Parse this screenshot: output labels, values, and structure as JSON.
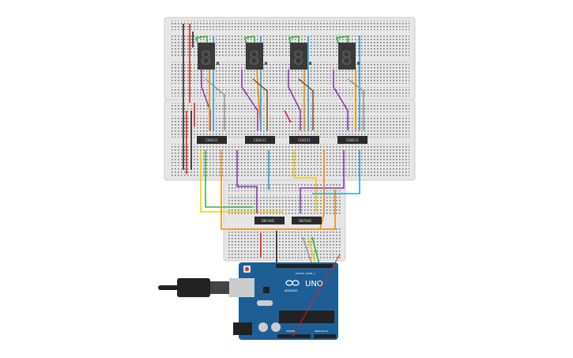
{
  "workspace": {
    "seven_segment_displays": [
      {
        "digit": "8."
      },
      {
        "digit": "8."
      },
      {
        "digit": "8."
      },
      {
        "digit": "8."
      }
    ],
    "decoder_chips": [
      {
        "label": "CD4511"
      },
      {
        "label": "CD4511"
      },
      {
        "label": "CD4511"
      },
      {
        "label": "CD4511"
      }
    ],
    "shift_chips": [
      {
        "label": "SN74HC"
      },
      {
        "label": "SN74HC"
      }
    ],
    "arduino": {
      "model": "UNO",
      "brand": "ARDUINO",
      "digital_label": "DIGITAL (PWM~)",
      "power_label": "POWER",
      "analog_label": "ANALOG IN"
    },
    "colors": {
      "breadboard": "#e6e6e6",
      "arduino": "#1d5f95",
      "display": "#3a3a3a",
      "wire_red": "#e02020",
      "wire_green": "#3cb043",
      "wire_purple": "#8e3cb0",
      "wire_orange": "#f08c00",
      "wire_yellow": "#f0d000",
      "wire_blue": "#2aa0d8",
      "wire_brown": "#8b5a2b",
      "wire_gray": "#999999",
      "wire_black": "#222222"
    }
  }
}
